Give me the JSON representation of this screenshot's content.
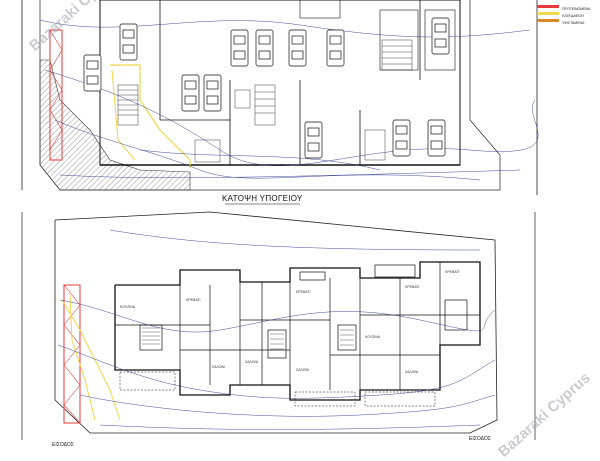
{
  "drawing": {
    "basement_plan_title": "ΚΑΤΟΨΗ ΥΠΟΓΕΙΟΥ",
    "entrance_left": "ΕΙΣΟΔΟΣ",
    "entrance_right": "ΕΙΣΟΔΟΣ",
    "room_labels": [
      "ΚΡΕΒΑΤΙ",
      "ΚΡΕΒΑΤΙ",
      "ΚΡΕΒΑΤΙ",
      "ΚΡΕΒΑΤΙ",
      "ΣΑΛΟΝΙ",
      "ΣΑΛΟΝΙ",
      "ΣΑΛΟΝΙ",
      "ΣΑΛΟΝΙ",
      "ΚΟΥΖΙΝΑ",
      "ΚΟΥΖΙΝΑ"
    ]
  },
  "legend": {
    "items": [
      {
        "label": "ΠΡΟΤΕΙΝΟΜΕΝΑ",
        "color": "#e83a3a"
      },
      {
        "label": "ΚΑΤΕΔΑΦΙΣΗ",
        "color": "#f2d64b"
      },
      {
        "label": "ΥΦΙΣΤΑΜΕΝΑ",
        "color": "#d88a2a"
      }
    ]
  },
  "watermark": {
    "top": "Bazaraki Cyprus",
    "bottom": "Bazaraki Cyprus"
  },
  "colors": {
    "line": "#1a1a1a",
    "proposed": "#e83a3a",
    "demolition": "#f2d64b",
    "hatch": "#555555",
    "contour": "#2a3a8a"
  }
}
